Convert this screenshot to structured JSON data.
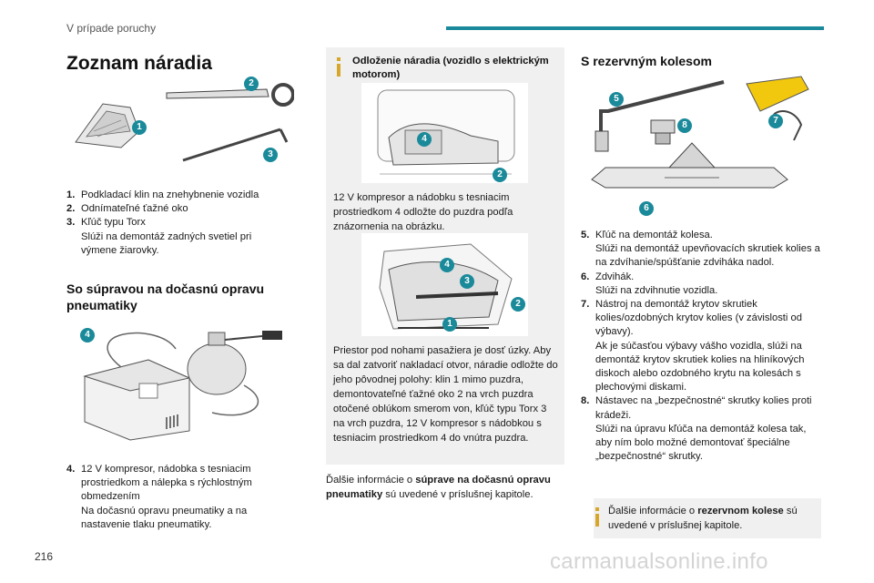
{
  "header": {
    "section": "V prípade poruchy"
  },
  "page_number": "216",
  "footer_url": "carmanualsonline.info",
  "col1": {
    "title": "Zoznam náradia",
    "badges": [
      "1",
      "2",
      "3",
      "4"
    ],
    "items": [
      {
        "num": "1.",
        "lines": [
          "Podkladací klin na znehybnenie vozidla"
        ]
      },
      {
        "num": "2.",
        "lines": [
          "Odnímateľné ťažné oko"
        ]
      },
      {
        "num": "3.",
        "lines": [
          "Kľúč typu Torx",
          "Slúži na demontáž zadných svetiel pri výmene žiarovky."
        ]
      }
    ],
    "subtitle": "So súpravou na dočasnú opravu pneumatiky",
    "items2": [
      {
        "num": "4.",
        "lines": [
          "12 V kompresor, nádobka s tesniacim prostriedkom a nálepka s rýchlostným obmedzením",
          "Na dočasnú opravu pneumatiky a na nastavenie tlaku pneumatiky."
        ]
      }
    ]
  },
  "col2": {
    "box_title": "Odloženie náradia (vozidlo s elektrickým motorom)",
    "badges_a": [
      "4",
      "2"
    ],
    "para1": "12 V kompresor a nádobku s tesniacim prostriedkom 4 odložte do puzdra podľa znázornenia na obrázku.",
    "badges_b": [
      "4",
      "3",
      "2",
      "1"
    ],
    "para2": "Priestor pod nohami pasažiera je dosť úzky. Aby sa dal zatvoriť nakladací otvor, náradie odložte do jeho pôvodnej polohy: klin 1 mimo puzdra, demontovateľné ťažné oko 2 na vrch puzdra otočené oblúkom smerom von, kľúč typu Torx 3 na vrch puzdra, 12 V kompresor s nádobkou s tesniacim prostriedkom 4 do vnútra puzdra.",
    "para3_pre": "Ďalšie informácie o ",
    "para3_bold": "súprave na dočasnú opravu pneumatiky",
    "para3_post": " sú uvedené v príslušnej kapitole."
  },
  "col3": {
    "title": "S rezervným kolesom",
    "badges": [
      "5",
      "8",
      "7",
      "6"
    ],
    "items": [
      {
        "num": "5.",
        "lines": [
          "Kľúč na demontáž kolesa.",
          "Slúži na demontáž upevňovacích skrutiek kolies a na zdvíhanie/spúšťanie zdviháka nadol."
        ]
      },
      {
        "num": "6.",
        "lines": [
          "Zdvihák.",
          "Slúži na zdvihnutie vozidla."
        ]
      },
      {
        "num": "7.",
        "lines": [
          "Nástroj na demontáž krytov skrutiek kolies/ozdobných krytov kolies (v závislosti od výbavy).",
          "Ak je súčasťou výbavy vášho vozidla, slúži na demontáž krytov skrutiek kolies na hliníkových diskoch alebo ozdobného krytu na kolesách s plechovými diskami."
        ]
      },
      {
        "num": "8.",
        "lines": [
          "Nástavec na „bezpečnostné“ skrutky kolies proti krádeži.",
          "Slúži na úpravu kľúča na demontáž kolesa tak, aby ním bolo možné demontovať špeciálne „bezpečnostné“ skrutky."
        ]
      }
    ],
    "info_pre": "Ďalšie informácie o ",
    "info_bold": "rezervnom kolese",
    "info_post": " sú uvedené v príslušnej kapitole."
  }
}
